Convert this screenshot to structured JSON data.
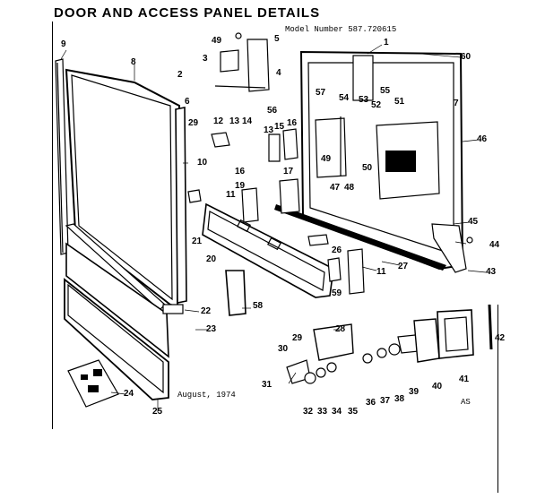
{
  "title": "DOOR AND ACCESS PANEL DETAILS",
  "model": "Model Number 587.720615",
  "date": "August, 1974",
  "code": "AS",
  "callouts": [
    "1",
    "2",
    "3",
    "4",
    "5",
    "6",
    "7",
    "8",
    "9",
    "10",
    "11",
    "11",
    "12",
    "13",
    "13",
    "14",
    "15",
    "16",
    "16",
    "17",
    "19",
    "20",
    "21",
    "22",
    "23",
    "24",
    "25",
    "26",
    "27",
    "28",
    "29",
    "29",
    "30",
    "31",
    "32",
    "33",
    "34",
    "35",
    "36",
    "37",
    "38",
    "39",
    "40",
    "41",
    "42",
    "43",
    "44",
    "45",
    "46",
    "47",
    "48",
    "49",
    "49",
    "50",
    "51",
    "52",
    "53",
    "54",
    "55",
    "56",
    "57",
    "58",
    "59",
    "60"
  ]
}
